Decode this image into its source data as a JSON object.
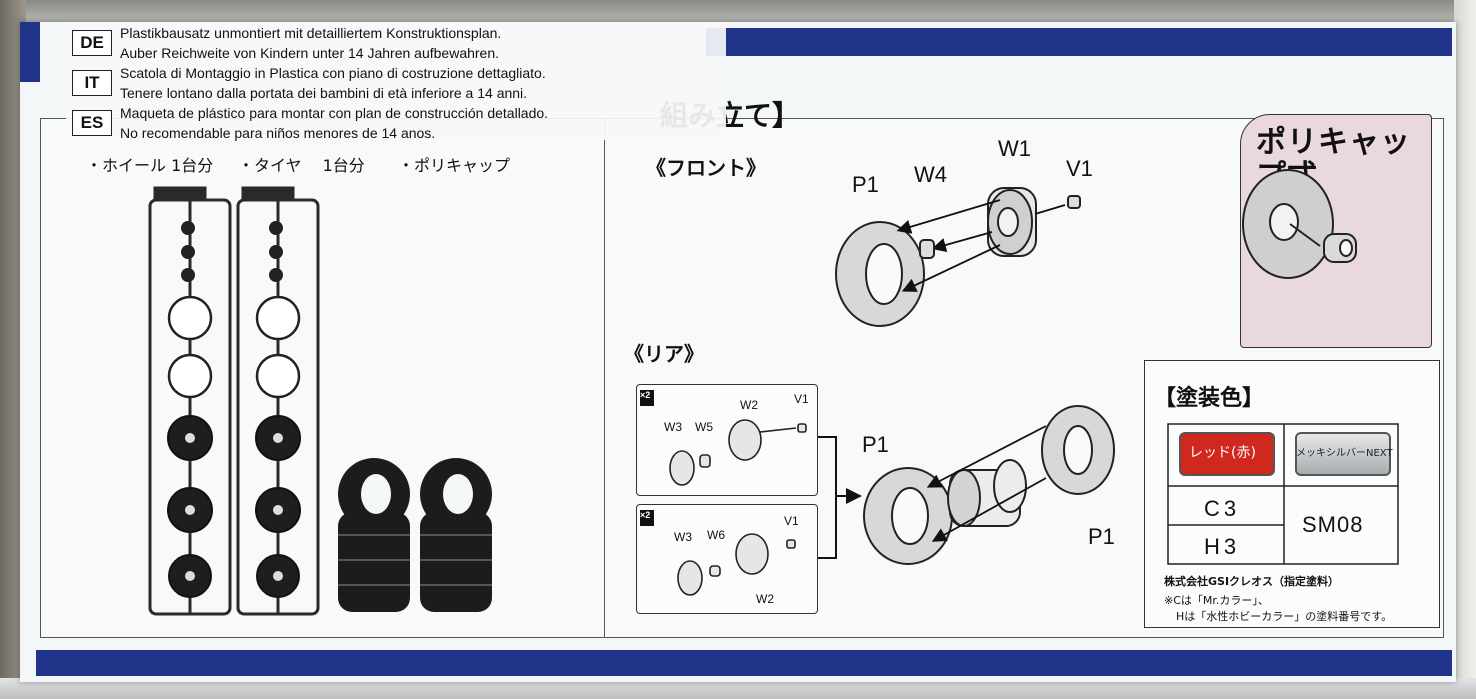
{
  "sticker": {
    "lines": [
      {
        "lang": "DE",
        "line1": "Plastikbausatz unmontiert mit detailliertem Konstruktionsplan.",
        "line2": "Auber Reichweite von Kindern unter 14 Jahren aufbewahren."
      },
      {
        "lang": "IT",
        "line1": "Scatola di Montaggio in Plastica con piano di costruzione dettagliato.",
        "line2": "Tenere lontano dalla portata dei bambini di età inferiore a 14 anni."
      },
      {
        "lang": "ES",
        "line1": "Maqueta de plástico para montar con plan de construcción detallado.",
        "line2": "No recomendable para niños menores de 14 anos."
      }
    ]
  },
  "contents": {
    "items": [
      "・ホイール 1台分",
      "・タイヤ　 1台分",
      "・ポリキャップ"
    ]
  },
  "assembly": {
    "title_visible": "組み立て】",
    "front_label": "《フロント》",
    "rear_label": "《リア》",
    "front_parts": {
      "p1": "P1",
      "w4": "W4",
      "w1": "W1",
      "v1": "V1"
    },
    "rear_top": {
      "x2": "×2",
      "w3": "W3",
      "w5": "W5",
      "w2": "W2",
      "v1": "V1"
    },
    "rear_bottom": {
      "x2": "×2",
      "w3": "W3",
      "w6": "W6",
      "v1": "V1",
      "w2": "W2"
    },
    "rear_big": {
      "p1_left": "P1",
      "p1_right": "P1"
    }
  },
  "polycap": {
    "label": "ポリキャップ式"
  },
  "paint": {
    "title": "【塗装色】",
    "swatch_red": {
      "label": "レッド(赤)",
      "color": "#d0281e"
    },
    "swatch_silver": {
      "label": "メッキシルバーNEXT",
      "color": "#b8bcbf"
    },
    "code_c": "C3",
    "code_h": "H3",
    "code_sm": "SM08",
    "maker": "株式会社GSIクレオス（指定塗料）",
    "note1": "※Cは「Mr.カラー」、",
    "note2": "Hは「水性ホビーカラー」の塗料番号です。"
  },
  "colors": {
    "brand_blue": "#22338a",
    "polycap_bg": "#e9d8de"
  }
}
